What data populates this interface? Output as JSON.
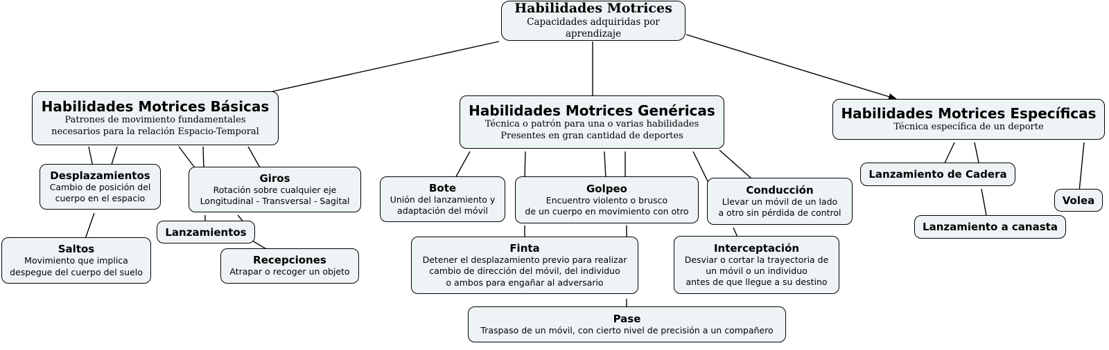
{
  "nodes": {
    "root": {
      "title": "Habilidades Motrices",
      "desc": "Capacidades adquiridas por aprendizaje"
    },
    "basicas": {
      "title": "Habilidades Motrices Básicas",
      "desc": "Patrones de movimiento fundamentales\nnecesarios para la relación Espacio-Temporal"
    },
    "genericas": {
      "title": "Habilidades Motrices Genéricas",
      "desc": "Técnica o patrón para una o varias habilidades\nPresentes en gran cantidad de deportes"
    },
    "especificas": {
      "title": "Habilidades Motrices Específicas",
      "desc": "Técnica específica de un deporte"
    },
    "desplazamientos": {
      "title": "Desplazamientos",
      "desc": "Cambio de posición del\ncuerpo en el espacio"
    },
    "giros": {
      "title": "Giros",
      "desc": "Rotación sobre cualquier eje\nLongitudinal - Transversal - Sagital"
    },
    "lanzamientos": {
      "title": "Lanzamientos",
      "desc": ""
    },
    "saltos": {
      "title": "Saltos",
      "desc": "Movimiento que implica\ndespegue del cuerpo del suelo"
    },
    "recepciones": {
      "title": "Recepciones",
      "desc": "Atrapar o recoger un objeto"
    },
    "bote": {
      "title": "Bote",
      "desc": "Unión del lanzamiento y\nadaptación del móvil"
    },
    "golpeo": {
      "title": "Golpeo",
      "desc": "Encuentro violento o brusco\nde un cuerpo en movimiento con otro"
    },
    "conduccion": {
      "title": "Conducción",
      "desc": "Llevar un móvil de un lado\na otro sin pérdida de control"
    },
    "finta": {
      "title": "Finta",
      "desc": "Detener el desplazamiento previo para realizar\ncambio de dirección del móvil, del individuo\no ambos para engañar al adversario"
    },
    "interceptacion": {
      "title": "Interceptación",
      "desc": "Desviar o cortar la trayectoria de\nun móvil o un individuo\nantes de que llegue a su destino"
    },
    "pase": {
      "title": "Pase",
      "desc": "Traspaso de un móvil, con cierto nivel de precisión a un compañero"
    },
    "cadera": {
      "title": "Lanzamiento de Cadera",
      "desc": ""
    },
    "canasta": {
      "title": "Lanzamiento a canasta",
      "desc": ""
    },
    "volea": {
      "title": "Volea",
      "desc": ""
    }
  }
}
